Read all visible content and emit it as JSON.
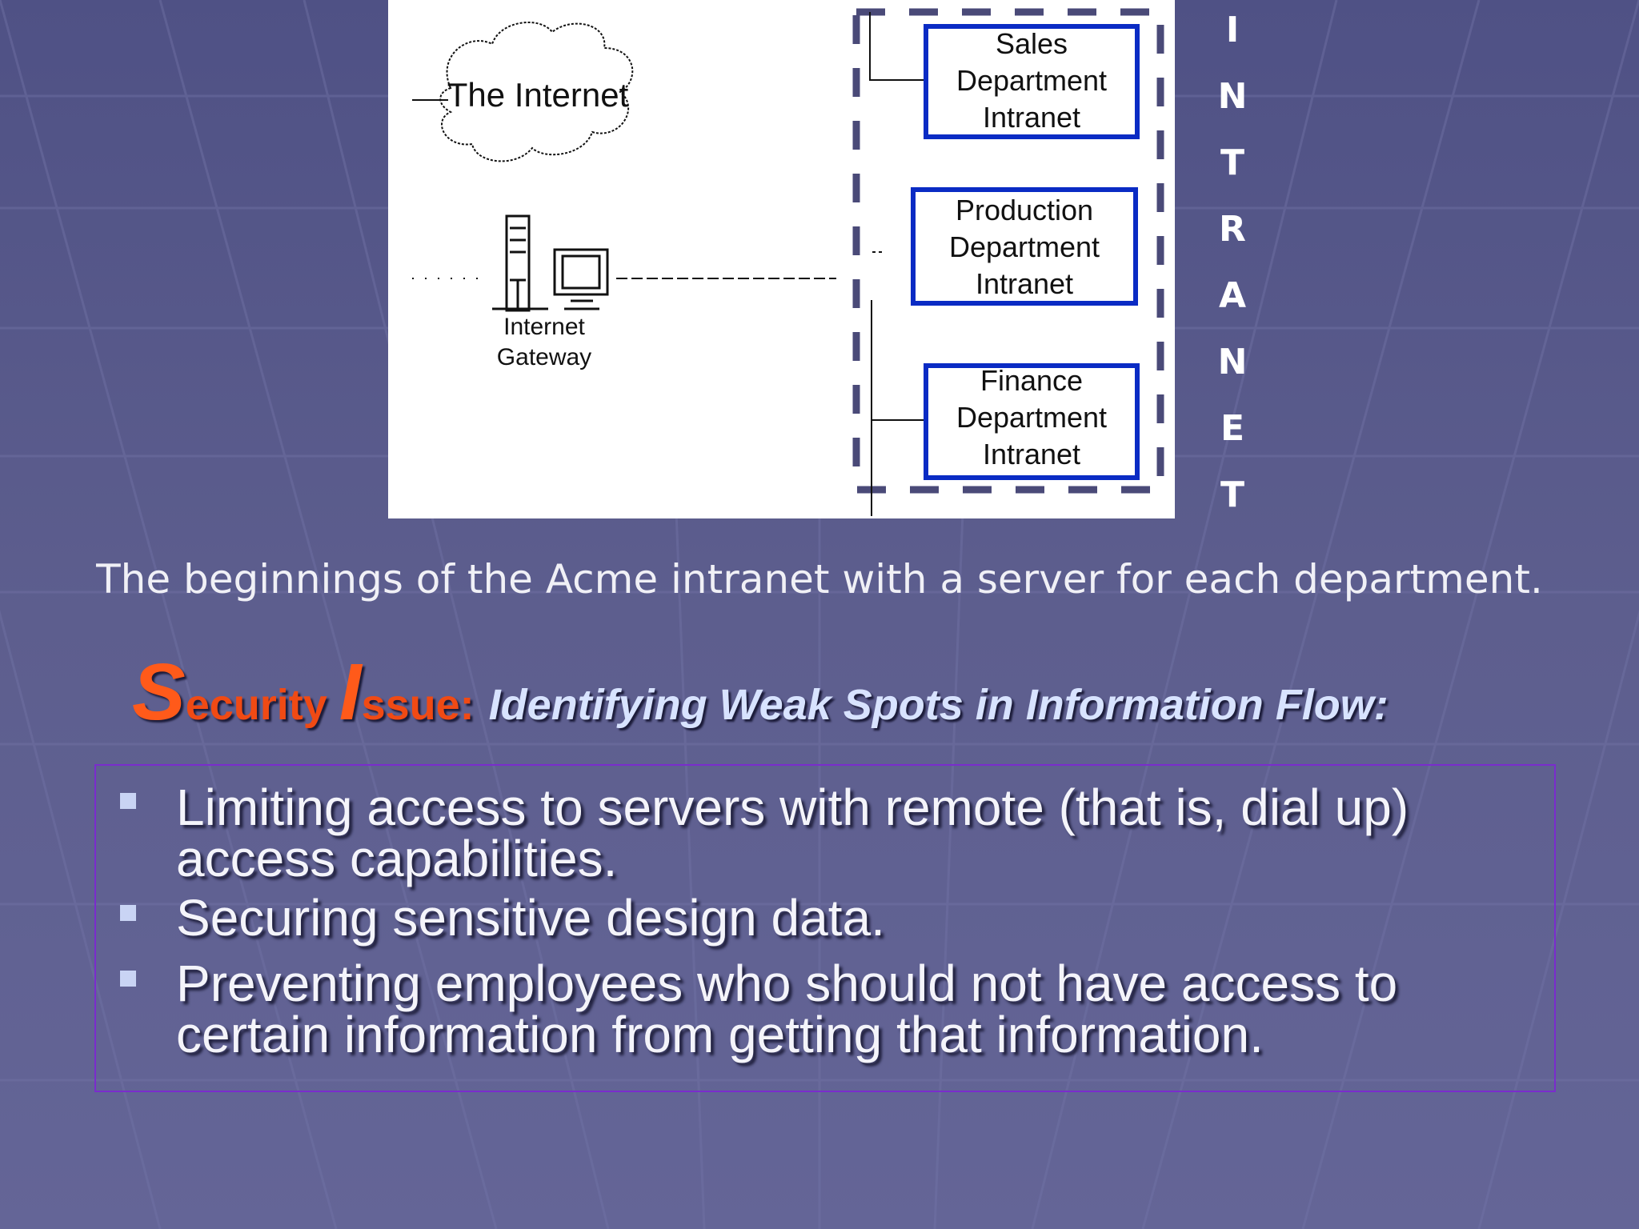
{
  "diagram": {
    "cloud_label": "The Internet",
    "gateway_label": "Internet\nGateway",
    "departments": [
      {
        "label": "Sales\nDepartment\nIntranet"
      },
      {
        "label": "Production\nDepartment\nIntranet"
      },
      {
        "label": "Finance\nDepartment\nIntranet"
      }
    ]
  },
  "side_word": [
    "I",
    "N",
    "T",
    "R",
    "A",
    "N",
    "E",
    "T"
  ],
  "caption": "The beginnings of the Acme intranet with a server for each department.",
  "heading": {
    "cap1": "S",
    "rest1": "ecurity ",
    "cap2": "I",
    "rest2": "ssue:",
    "subtitle": "Identifying Weak Spots in Information Flow:"
  },
  "bullets": [
    "Limiting access to servers with remote (that is, dial up) access capabilities.",
    "Securing sensitive design data.",
    "Preventing employees who should not have access to certain information from getting that information."
  ],
  "colors": {
    "background": "#5b5c8a",
    "heading_accent": "#f04a14",
    "subtitle": "#d8e3ff",
    "box_border": "#7a2ccd",
    "dept_border": "#0a2bc4"
  }
}
